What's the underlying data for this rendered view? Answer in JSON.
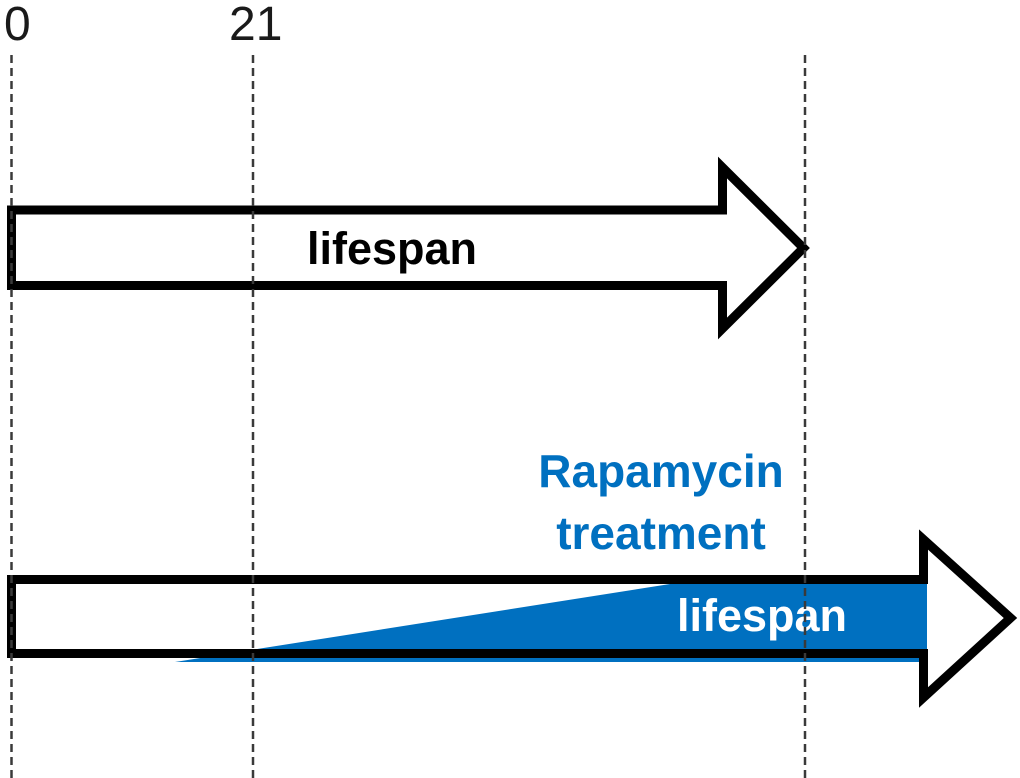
{
  "figure": {
    "description_labels": {
      "tick_labels": [
        "0",
        "21"
      ]
    },
    "colors": {
      "accent_blue": "#0070C0",
      "outline_black": "#000000",
      "dash_gray": "#3a3a3a",
      "background": "#ffffff",
      "label_white": "#ffffff"
    },
    "control_arrow": {
      "label": "lifespan"
    },
    "rapamycin_arrow": {
      "label": "lifespan",
      "annotation_line1": "Rapamycin",
      "annotation_line2": "treatment"
    }
  }
}
